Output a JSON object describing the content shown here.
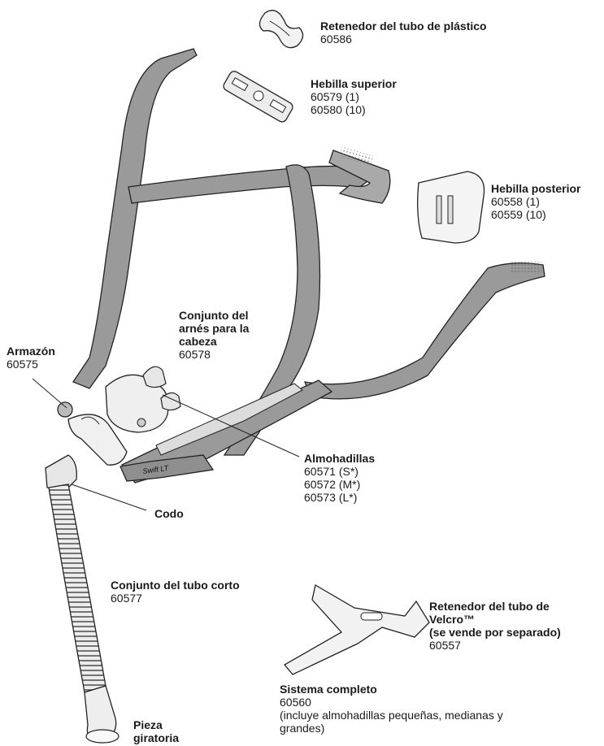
{
  "labels": {
    "plastic_retainer": {
      "title": "Retenedor del tubo de plástico",
      "codes": [
        "60586"
      ]
    },
    "top_buckle": {
      "title": "Hebilla superior",
      "codes": [
        "60579 (1)",
        "60580 (10)"
      ]
    },
    "back_buckle": {
      "title": "Hebilla posterior",
      "codes": [
        "60558 (1)",
        "60559 (10)"
      ]
    },
    "headgear": {
      "title_lines": [
        "Conjunto del",
        "arnés para la",
        "cabeza"
      ],
      "code": "60578"
    },
    "frame": {
      "title": "Armazón",
      "code": "60575"
    },
    "pillows": {
      "title": "Almohadillas",
      "codes": [
        "60571 (S*)",
        "60572 (M*)",
        "60573 (L*)"
      ]
    },
    "elbow": {
      "title": "Codo"
    },
    "short_tube": {
      "title": "Conjunto del tubo corto",
      "code": "60577"
    },
    "velcro_retainer": {
      "title_lines": [
        "Retenedor del tubo de",
        "Velcro™",
        "(se vende por separado)"
      ],
      "code": "60557"
    },
    "complete_system": {
      "title": "Sistema completo",
      "code": "60560",
      "note_lines": [
        "(incluye almohadillas pequeñas, medianas y",
        "grandes)"
      ]
    },
    "swivel": {
      "title_lines": [
        "Pieza",
        "giratoria"
      ]
    }
  },
  "device_text": "Swift LT"
}
